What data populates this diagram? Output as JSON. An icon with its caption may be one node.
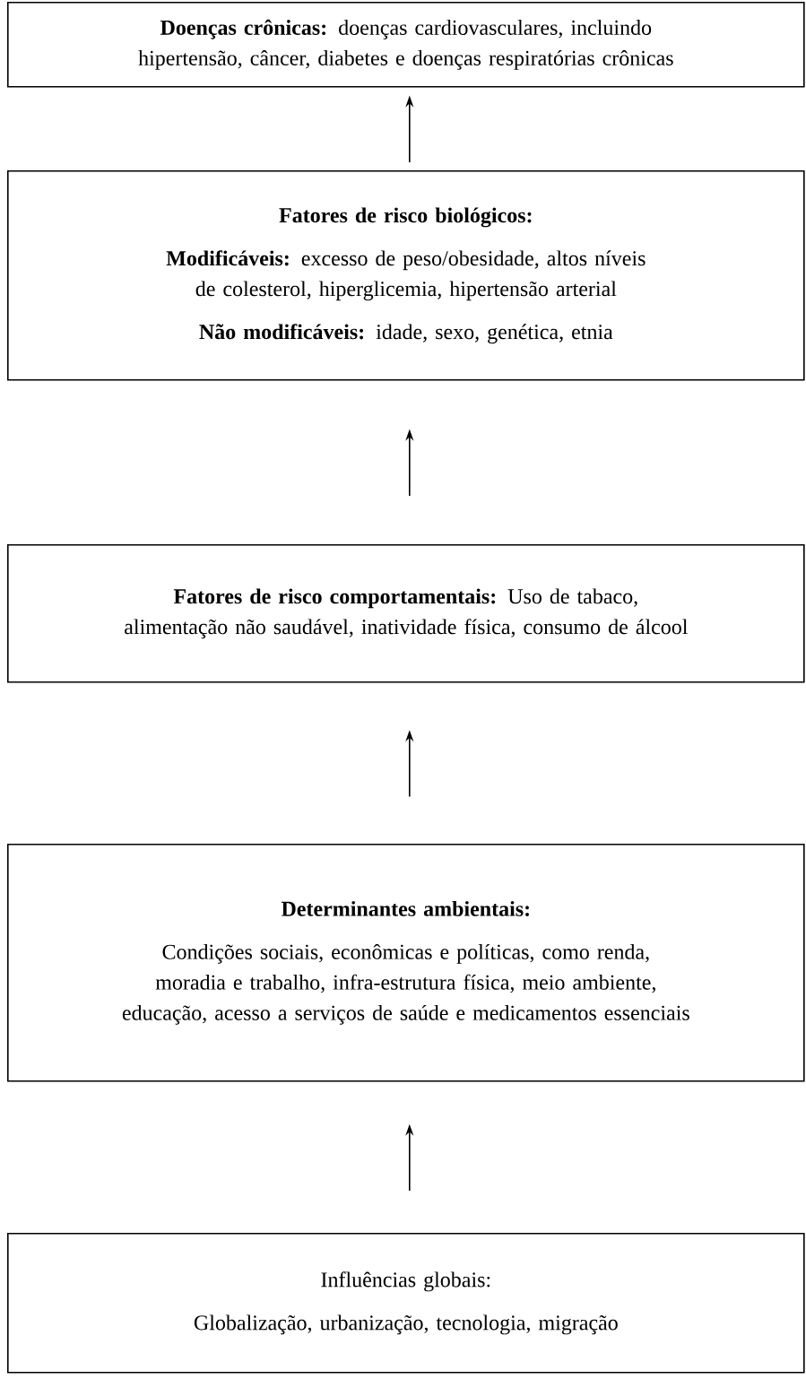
{
  "diagram": {
    "nodes": [
      {
        "text": [
          "**Doenças crônicas:** doenças cardiovasculares, incluindo hipertensão, câncer, diabetes e doenças respiratórias crônicas"
        ]
      },
      {
        "text": [
          "Fatores de risco biológicos:",
          "**Modificáveis:** excesso de peso/obesidade, altos níveis de colesterol, hiperglicemia, hipertensão arterial",
          "**Não modificáveis:** idade, sexo, genética, etnia"
        ]
      },
      {
        "text": [
          "**Fatores de risco comportamentais:** Uso de tabaco, alimentação não saudável, inatividade física, consumo de álcool"
        ]
      },
      {
        "text": [
          "Determinantes ambientais:",
          "Condições sociais, econômicas e políticas, como renda, moradia e trabalho, infra-estrutura física, meio ambiente, educação, acesso a serviços de saúde e medicamentos essenciais"
        ]
      },
      {
        "text": [
          "Influências globais:",
          "Globalização, urbanização, tecnologia, migração"
        ]
      }
    ],
    "edges": [
      {
        "from": 1,
        "to": 0,
        "arrow": "to"
      },
      {
        "from": 2,
        "to": 1,
        "arrow": "to"
      },
      {
        "from": 3,
        "to": 2,
        "arrow": "to"
      },
      {
        "from": 4,
        "to": 3,
        "arrow": "to"
      }
    ]
  }
}
